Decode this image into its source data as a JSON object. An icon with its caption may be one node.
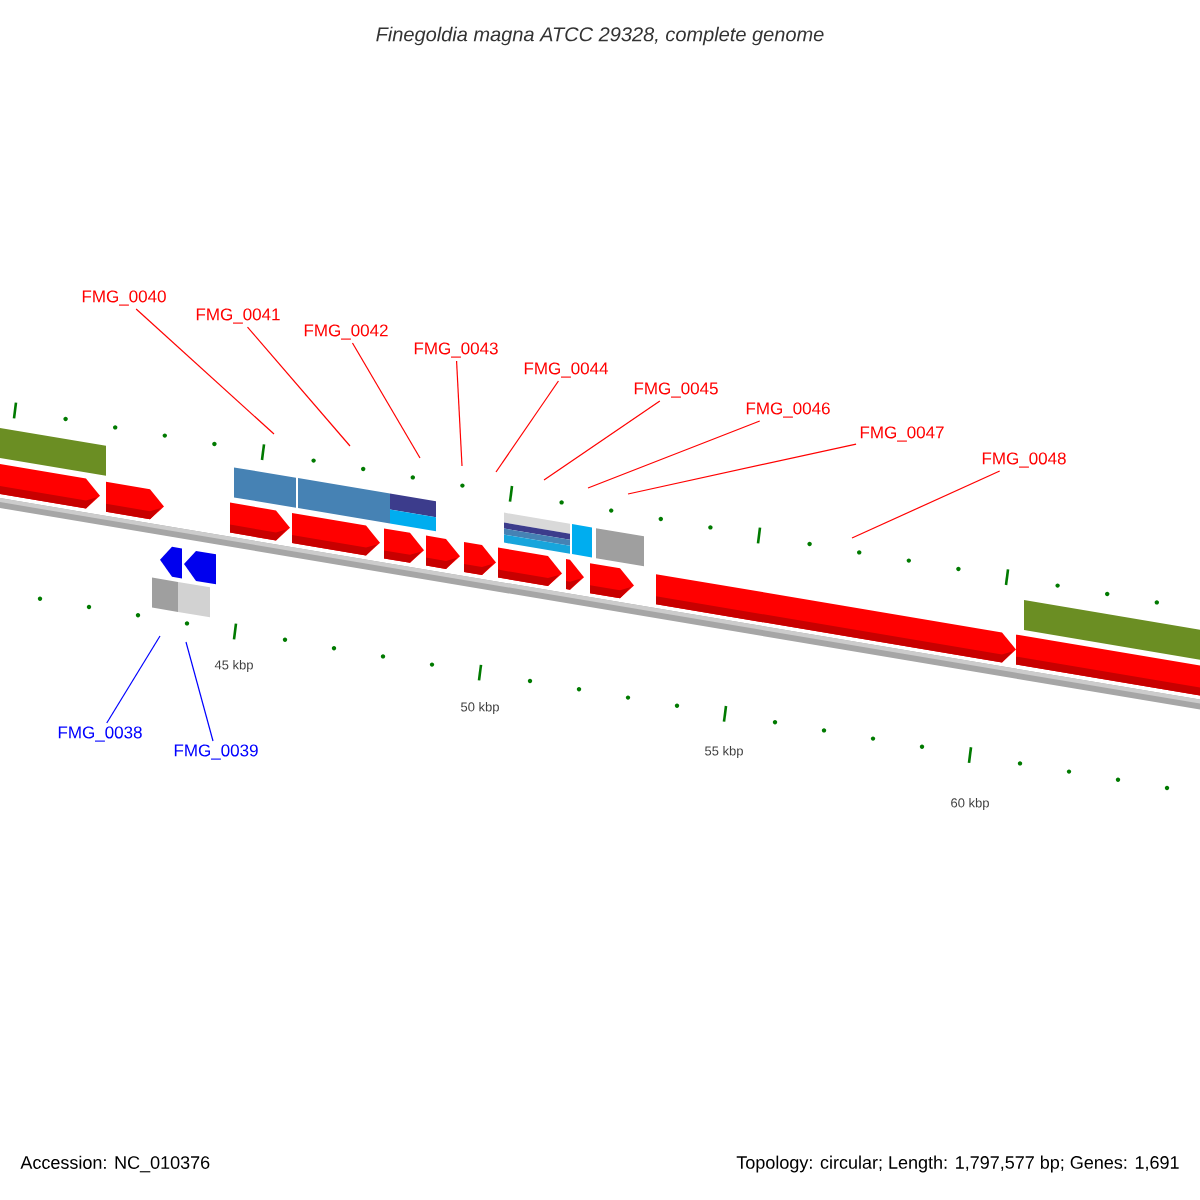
{
  "diagram": {
    "title": "Finegoldia magna ATCC 29328, complete genome",
    "nodes": [
      {
        "text": [
          "FMG_0040"
        ]
      },
      {
        "text": [
          "FMG_0041"
        ]
      },
      {
        "text": [
          "FMG_0042"
        ]
      },
      {
        "text": [
          "FMG_0043"
        ]
      },
      {
        "text": [
          "FMG_0044"
        ]
      },
      {
        "text": [
          "FMG_0045"
        ]
      },
      {
        "text": [
          "FMG_0046"
        ]
      },
      {
        "text": [
          "FMG_0047"
        ]
      },
      {
        "text": [
          "FMG_0048"
        ]
      },
      {
        "text": [
          "FMG_0038"
        ]
      },
      {
        "text": [
          "FMG_0039"
        ]
      }
    ],
    "edges": [
      {
        "from": 0,
        "to": null,
        "arrow": "none"
      },
      {
        "from": 1,
        "to": null,
        "arrow": "none"
      },
      {
        "from": 2,
        "to": null,
        "arrow": "none"
      },
      {
        "from": 3,
        "to": null,
        "arrow": "none"
      },
      {
        "from": 4,
        "to": null,
        "arrow": "none"
      },
      {
        "from": 5,
        "to": null,
        "arrow": "none"
      },
      {
        "from": 6,
        "to": null,
        "arrow": "none"
      },
      {
        "from": 7,
        "to": null,
        "arrow": "none"
      },
      {
        "from": 8,
        "to": null,
        "arrow": "none"
      },
      {
        "from": 9,
        "to": null,
        "arrow": "none",
        "color": "#0000ff"
      },
      {
        "from": 10,
        "to": null,
        "arrow": "none",
        "color": "#0000ff"
      }
    ],
    "labels": [
      "45 kbp",
      "50 kbp",
      "55 kbp",
      "60 kbp",
      "Accession: NC_010376",
      "Topology: circular; Length: 1,797,577 bp; Genes: 1,691"
    ]
  }
}
